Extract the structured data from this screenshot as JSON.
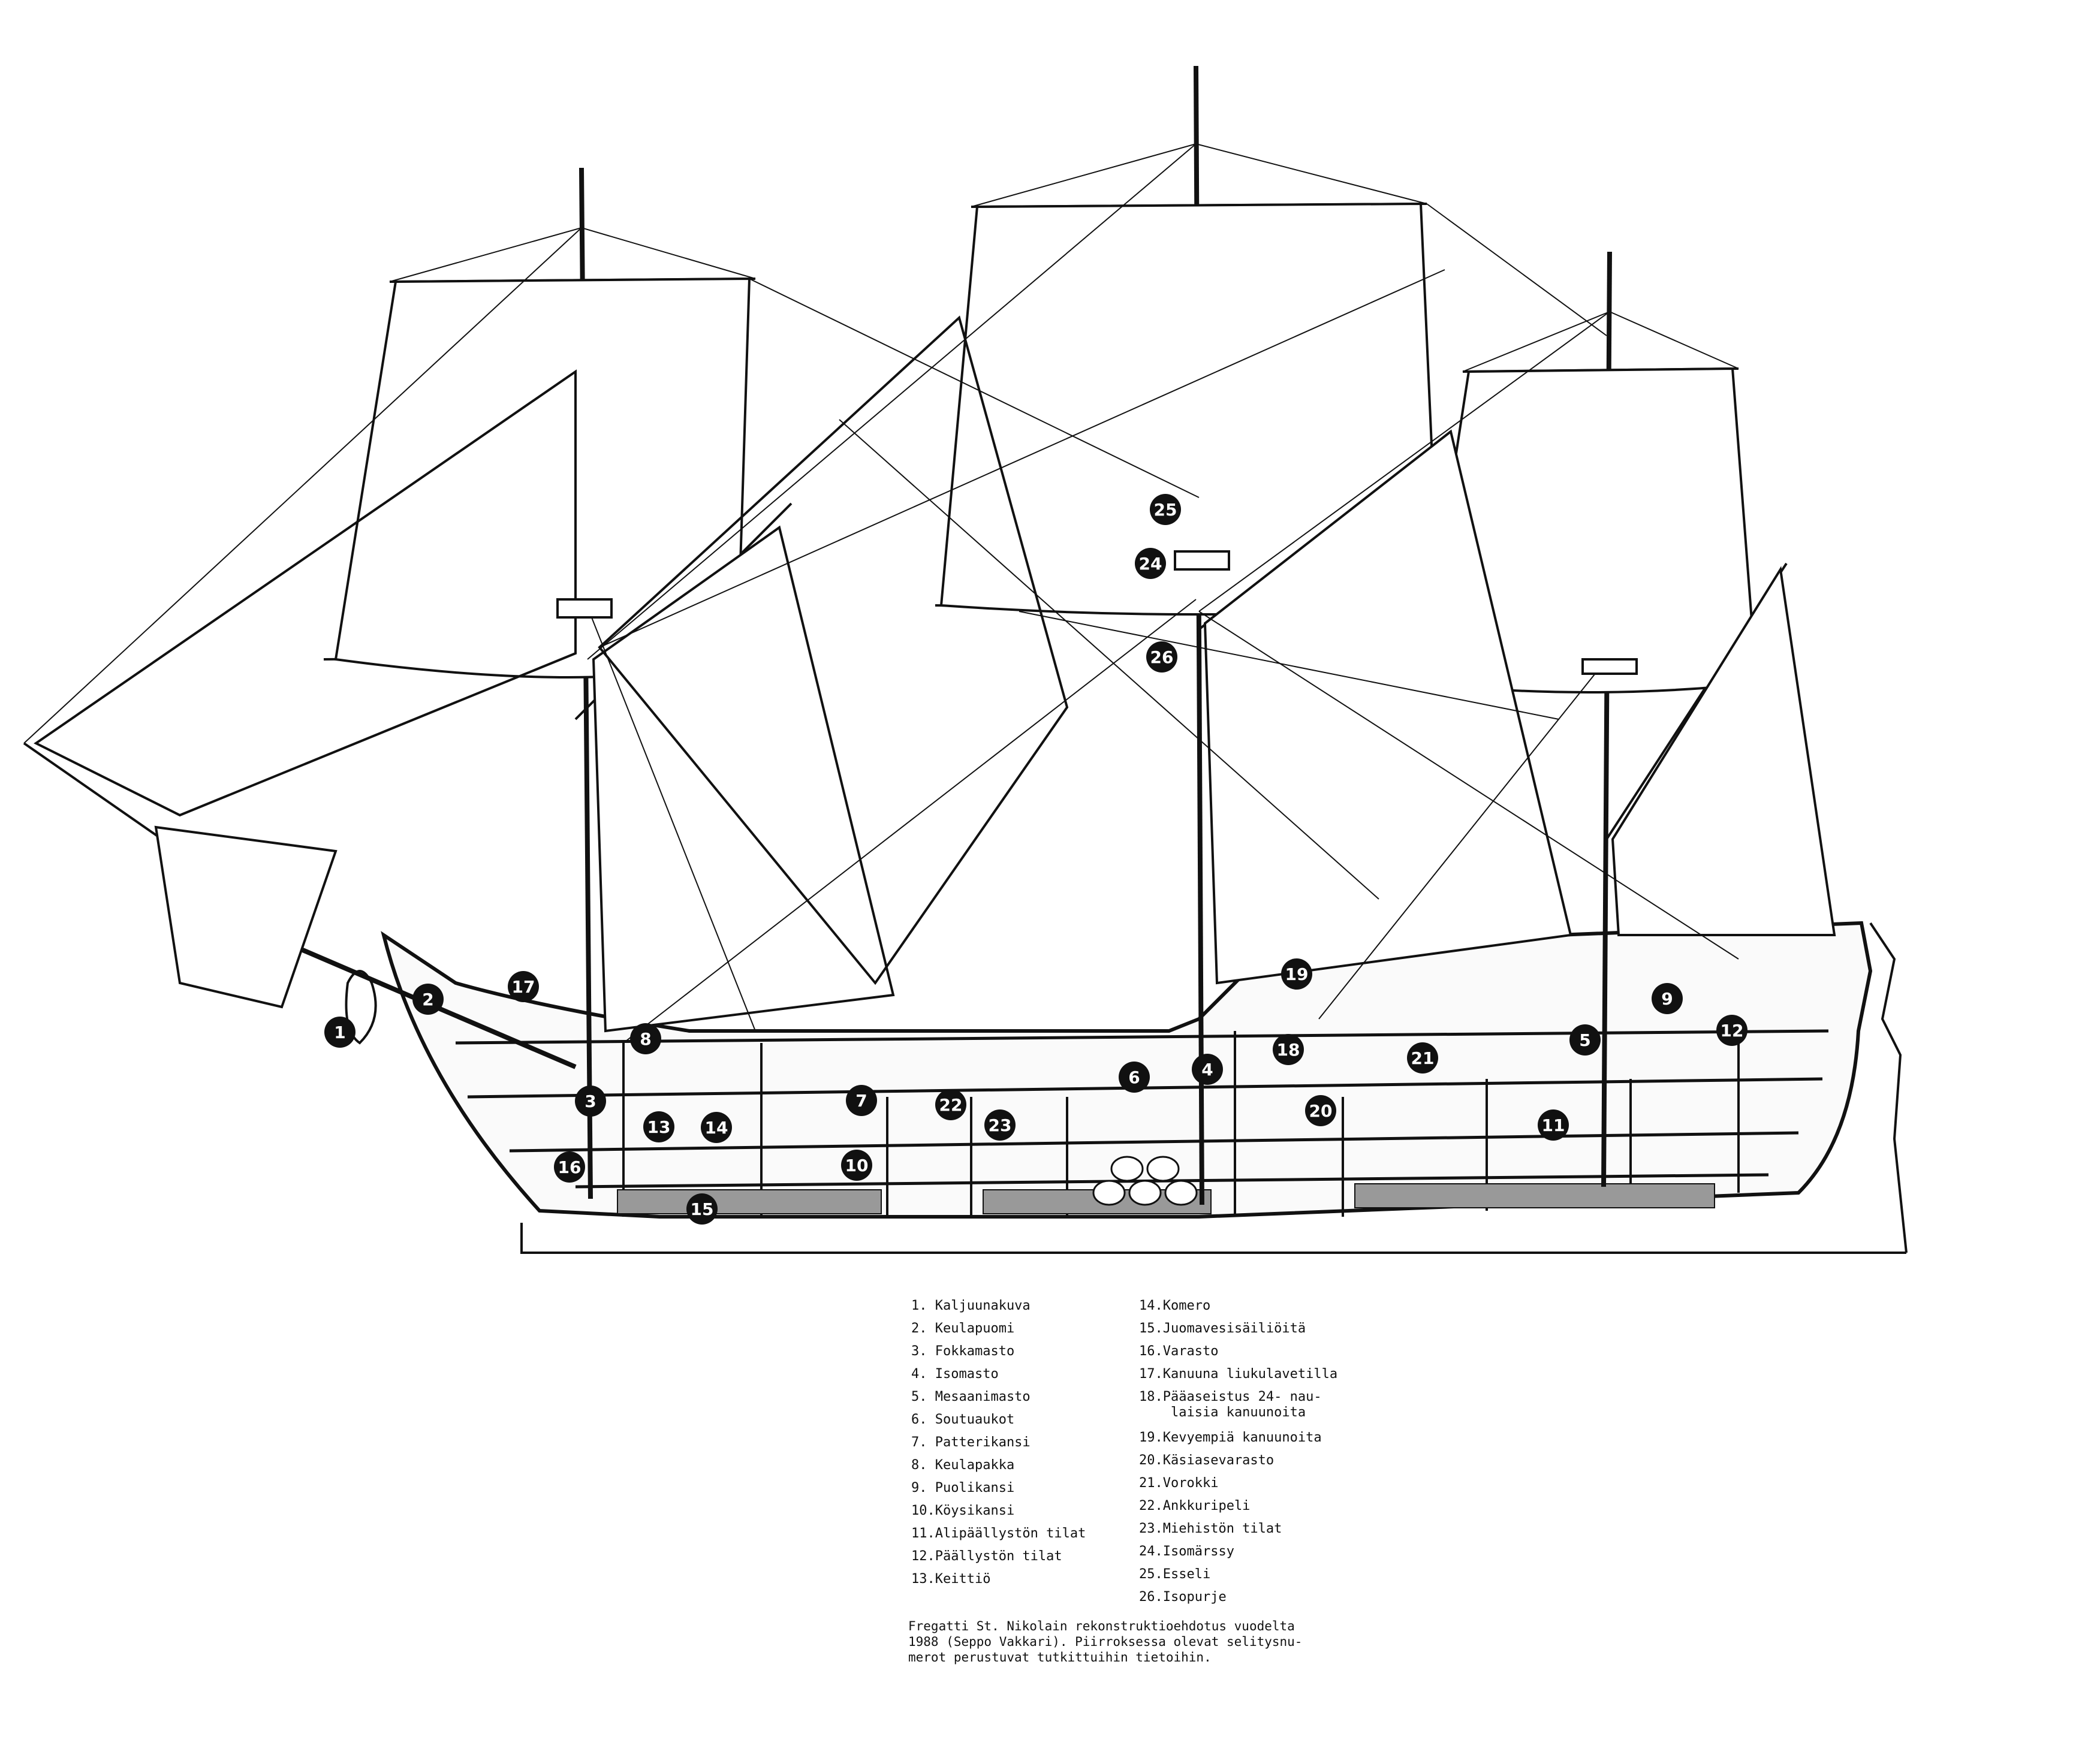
{
  "markers": [
    "1",
    "2",
    "3",
    "4",
    "5",
    "6",
    "7",
    "8",
    "9",
    "10",
    "11",
    "12",
    "13",
    "14",
    "15",
    "16",
    "17",
    "18",
    "19",
    "20",
    "21",
    "22",
    "23",
    "24",
    "25",
    "26"
  ],
  "legend_left": [
    "1. Kaljuunakuva",
    "2. Keulapuomi",
    "3. Fokkamasto",
    "4. Isomasto",
    "5. Mesaanimasto",
    "6. Soutuaukot",
    "7. Patterikansi",
    "8. Keulapakka",
    "9. Puolikansi",
    "10.Köysikansi",
    "11.Alipäällystön tilat",
    "12.Päällystön tilat",
    "13.Keittiö"
  ],
  "legend_right": [
    "14.Komero",
    "15.Juomavesisäiliöitä",
    "16.Varasto",
    "17.Kanuuna liukulavetilla",
    "18.Pääaseistus 24- nau-\n    laisia kanuunoita",
    "19.Kevyempiä kanuunoita",
    "20.Käsiasevarasto",
    "21.Vorokki",
    "22.Ankkuripeli",
    "23.Miehistön tilat",
    "24.Isomärssy",
    "25.Esseli",
    "26.Isopurje"
  ],
  "caption": "Fregatti St. Nikolain rekonstruktioehdotus vuodelta\n1988 (Seppo Vakkari). Piirroksessa olevat selitysnu-\nmerot perustuvat tutkittuihin tietoihin."
}
